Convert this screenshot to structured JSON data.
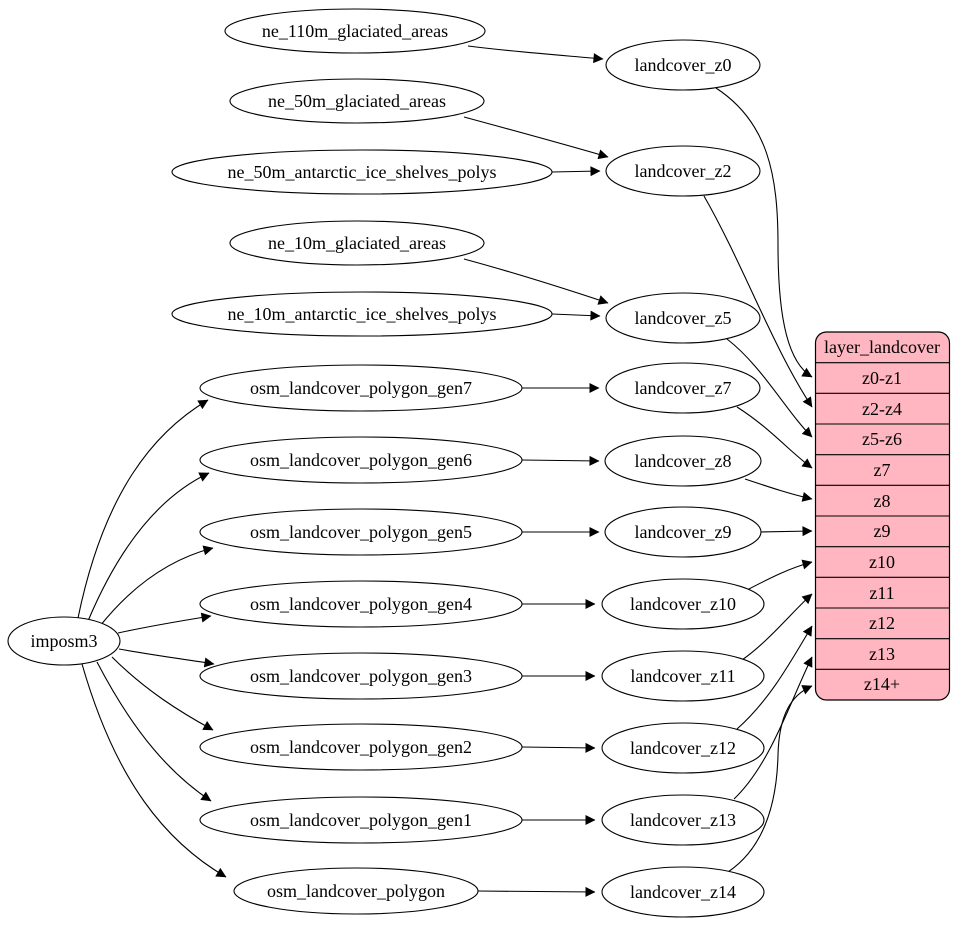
{
  "diagram": {
    "kind": "etl-dependency-graph",
    "colors": {
      "background": "#ffffff",
      "node_fill": "#ffffff",
      "node_stroke": "#000000",
      "edge_color": "#000000",
      "table_fill": "#ffb6c1"
    },
    "importer": {
      "label": "imposm3"
    },
    "sources": [
      {
        "label": "ne_110m_glaciated_areas"
      },
      {
        "label": "ne_50m_glaciated_areas"
      },
      {
        "label": "ne_50m_antarctic_ice_shelves_polys"
      },
      {
        "label": "ne_10m_glaciated_areas"
      },
      {
        "label": "ne_10m_antarctic_ice_shelves_polys"
      },
      {
        "label": "osm_landcover_polygon_gen7"
      },
      {
        "label": "osm_landcover_polygon_gen6"
      },
      {
        "label": "osm_landcover_polygon_gen5"
      },
      {
        "label": "osm_landcover_polygon_gen4"
      },
      {
        "label": "osm_landcover_polygon_gen3"
      },
      {
        "label": "osm_landcover_polygon_gen2"
      },
      {
        "label": "osm_landcover_polygon_gen1"
      },
      {
        "label": "osm_landcover_polygon"
      }
    ],
    "intermediates": [
      {
        "label": "landcover_z0"
      },
      {
        "label": "landcover_z2"
      },
      {
        "label": "landcover_z5"
      },
      {
        "label": "landcover_z7"
      },
      {
        "label": "landcover_z8"
      },
      {
        "label": "landcover_z9"
      },
      {
        "label": "landcover_z10"
      },
      {
        "label": "landcover_z11"
      },
      {
        "label": "landcover_z12"
      },
      {
        "label": "landcover_z13"
      },
      {
        "label": "landcover_z14"
      }
    ],
    "table": {
      "title": "layer_landcover",
      "rows": [
        "z0-z1",
        "z2-z4",
        "z5-z6",
        "z7",
        "z8",
        "z9",
        "z10",
        "z11",
        "z12",
        "z13",
        "z14+"
      ]
    },
    "edges": [
      {
        "from": "imposm3",
        "to": "osm_landcover_polygon_gen7"
      },
      {
        "from": "imposm3",
        "to": "osm_landcover_polygon_gen6"
      },
      {
        "from": "imposm3",
        "to": "osm_landcover_polygon_gen5"
      },
      {
        "from": "imposm3",
        "to": "osm_landcover_polygon_gen4"
      },
      {
        "from": "imposm3",
        "to": "osm_landcover_polygon_gen3"
      },
      {
        "from": "imposm3",
        "to": "osm_landcover_polygon_gen2"
      },
      {
        "from": "imposm3",
        "to": "osm_landcover_polygon_gen1"
      },
      {
        "from": "imposm3",
        "to": "osm_landcover_polygon"
      },
      {
        "from": "ne_110m_glaciated_areas",
        "to": "landcover_z0"
      },
      {
        "from": "ne_50m_glaciated_areas",
        "to": "landcover_z2"
      },
      {
        "from": "ne_50m_antarctic_ice_shelves_polys",
        "to": "landcover_z2"
      },
      {
        "from": "ne_10m_glaciated_areas",
        "to": "landcover_z5"
      },
      {
        "from": "ne_10m_antarctic_ice_shelves_polys",
        "to": "landcover_z5"
      },
      {
        "from": "osm_landcover_polygon_gen7",
        "to": "landcover_z7"
      },
      {
        "from": "osm_landcover_polygon_gen6",
        "to": "landcover_z8"
      },
      {
        "from": "osm_landcover_polygon_gen5",
        "to": "landcover_z9"
      },
      {
        "from": "osm_landcover_polygon_gen4",
        "to": "landcover_z10"
      },
      {
        "from": "osm_landcover_polygon_gen3",
        "to": "landcover_z11"
      },
      {
        "from": "osm_landcover_polygon_gen2",
        "to": "landcover_z12"
      },
      {
        "from": "osm_landcover_polygon_gen1",
        "to": "landcover_z13"
      },
      {
        "from": "osm_landcover_polygon",
        "to": "landcover_z14"
      },
      {
        "from": "landcover_z0",
        "to": "layer_landcover:z0-z1"
      },
      {
        "from": "landcover_z2",
        "to": "layer_landcover:z2-z4"
      },
      {
        "from": "landcover_z5",
        "to": "layer_landcover:z5-z6"
      },
      {
        "from": "landcover_z7",
        "to": "layer_landcover:z7"
      },
      {
        "from": "landcover_z8",
        "to": "layer_landcover:z8"
      },
      {
        "from": "landcover_z9",
        "to": "layer_landcover:z9"
      },
      {
        "from": "landcover_z10",
        "to": "layer_landcover:z10"
      },
      {
        "from": "landcover_z11",
        "to": "layer_landcover:z11"
      },
      {
        "from": "landcover_z12",
        "to": "layer_landcover:z12"
      },
      {
        "from": "landcover_z13",
        "to": "layer_landcover:z13"
      },
      {
        "from": "landcover_z14",
        "to": "layer_landcover:z14+"
      }
    ]
  }
}
